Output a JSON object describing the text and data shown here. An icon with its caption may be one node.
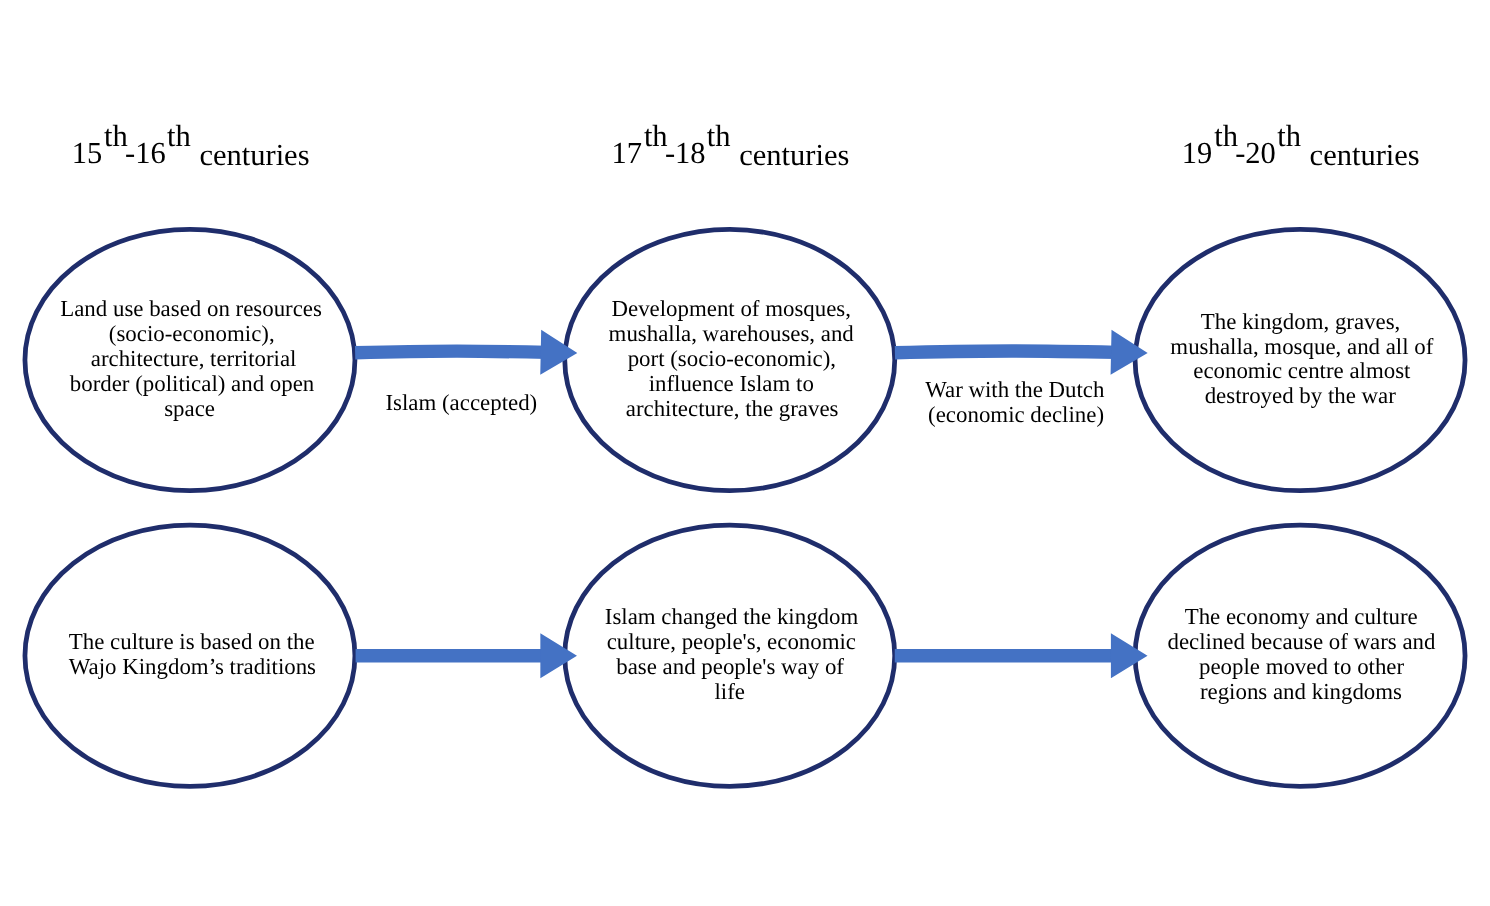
{
  "diagram": {
    "nodes": [
      {
        "text": [
          "Land use based on resources (socio-economic), architecture, territorial border (political) and open space"
        ]
      },
      {
        "text": [
          "Development of mosques, mushalla, warehouses, and port (socio-economic), influence Islam to architecture, the graves"
        ]
      },
      {
        "text": [
          "The kingdom, graves, mushalla, mosque, and all of economic centre almost destroyed by the war"
        ]
      },
      {
        "text": [
          "The culture is based on the Wajo Kingdom’s traditions"
        ]
      },
      {
        "text": [
          "Islam changed the kingdom culture, people's, economic base and people's way of life"
        ]
      },
      {
        "text": [
          "The economy and culture declined because of wars and people moved to other regions and kingdoms"
        ]
      }
    ],
    "edges": [
      {
        "from": 0,
        "to": 1,
        "arrow": "to"
      },
      {
        "from": 1,
        "to": 2,
        "arrow": "to"
      },
      {
        "from": 3,
        "to": 4,
        "arrow": "to"
      },
      {
        "from": 4,
        "to": 5,
        "arrow": "to"
      }
    ],
    "labels": [
      "15$^{th}$-16$^{th}$ centuries",
      "17$^{th}$-18$^{th}$ centuries",
      "19$^{th}$-20$^{th}$ centuries",
      "Islam (accepted)",
      "War with the Dutch (economic decline)"
    ]
  }
}
